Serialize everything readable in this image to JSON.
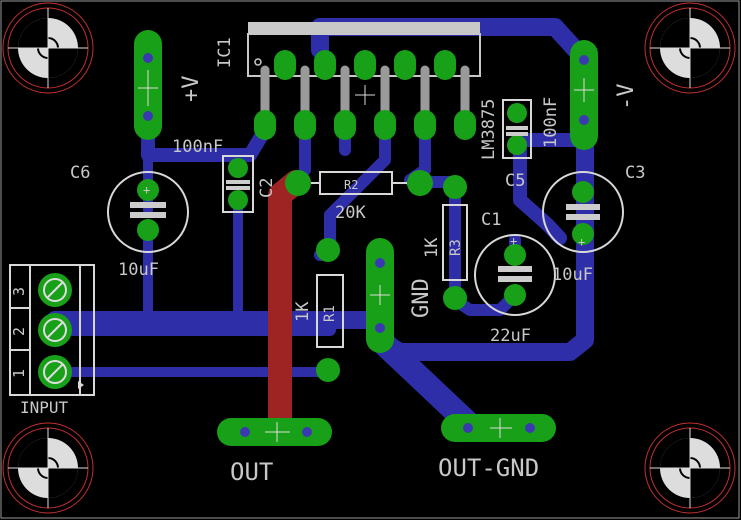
{
  "board": {
    "labels": {
      "ic1": "IC1",
      "lm3875": "LM3875",
      "plus_v": "+V",
      "minus_v": "-V",
      "c6": "C6",
      "c6_value": "10uF",
      "c2": "C2",
      "c2_value": "100nF",
      "c5": "C5",
      "c5_value": "100nF",
      "c3": "C3",
      "c3_value": "10uF",
      "c1": "C1",
      "c1_value": "22uF",
      "r2": "R2",
      "r2_value": "20K",
      "r3": "R3",
      "r3_value": "1K",
      "r1": "R1",
      "r1_value": "1K",
      "gnd": "GND",
      "input": "INPUT",
      "pin3": "3",
      "pin2": "2",
      "pin1": "1",
      "out": "OUT",
      "out_gnd": "OUT-GND"
    }
  },
  "colors": {
    "background": "#000000",
    "bottom_trace": "#2e2ea8",
    "top_trace": "#9e2424",
    "pad": "#18a018",
    "silkscreen": "#c8c8c8"
  }
}
